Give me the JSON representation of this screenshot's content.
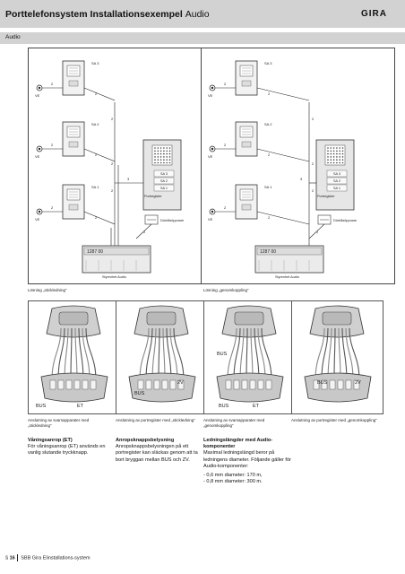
{
  "header": {
    "title_bold": "Porttelefonsystem Installationsexempel",
    "title_light": "Audio",
    "logo": "GIRA",
    "section": "Audio"
  },
  "diagrams": [
    {
      "sa3": "SA 3",
      "sa2": "SA 2",
      "sa1": "SA 1",
      "ve": "VE",
      "two": "2",
      "three": "3",
      "panel_sa3": "SA 3",
      "panel_sa2": "SA 2",
      "panel_sa1": "SA 1",
      "panel_label": "Portregister",
      "lock": "Dörrlåsöppnare",
      "device_code": "1287 00",
      "device_label": "Styrenhet Audio",
      "caption": "Lösning „stickledning“"
    },
    {
      "sa3": "SA 3",
      "sa2": "SA 2",
      "sa1": "SA 1",
      "ve": "VE",
      "two": "2",
      "three": "3",
      "panel_sa3": "SA 3",
      "panel_sa2": "SA 2",
      "panel_sa1": "SA 1",
      "panel_label": "Portregister",
      "lock": "Dörrlåsöppnare",
      "device_code": "1287 00",
      "device_label": "Styrenhet Audio",
      "caption": "Lösning „genomkoppling“"
    }
  ],
  "photos": [
    {
      "labels": [
        "BUS",
        "ET"
      ],
      "caption": "Anslutning av svarsapparater med „stickledning“"
    },
    {
      "labels": [
        "BUS",
        "2V"
      ],
      "caption": "Anslutning av portregister med „stickledning“"
    },
    {
      "labels": [
        "BUS",
        "BUS",
        "ET"
      ],
      "caption": "Anslutning av svarsapparater med „genomkoppling“"
    },
    {
      "labels": [
        "BUS",
        "2V"
      ],
      "caption": "Anslutning av portregister med „genomkoppling“"
    }
  ],
  "texts": [
    {
      "heading": "Våningsanrop (ET)",
      "body": "För våningsanrop (ET) används en vanlig slutande tryckknapp."
    },
    {
      "heading": "Anropsknappsbelysning",
      "body": "Anropsknappsbelysningen på ett portregister kan släckas genom att ta bort bryggan mellan BUS och ZV."
    },
    {
      "heading": "Ledningslängder med Audio-komponenter",
      "body": "Maximal ledningslängd beror på ledningens diameter. Följande gäller för Audio-komponenter:",
      "list": [
        "- 0,6 mm diameter: 170 m,",
        "- 0,8 mm diameter: 300 m."
      ]
    }
  ],
  "footer": {
    "page_prefix": "§",
    "page_number": "16",
    "label": "SBB Gira Elinstallations-system"
  }
}
